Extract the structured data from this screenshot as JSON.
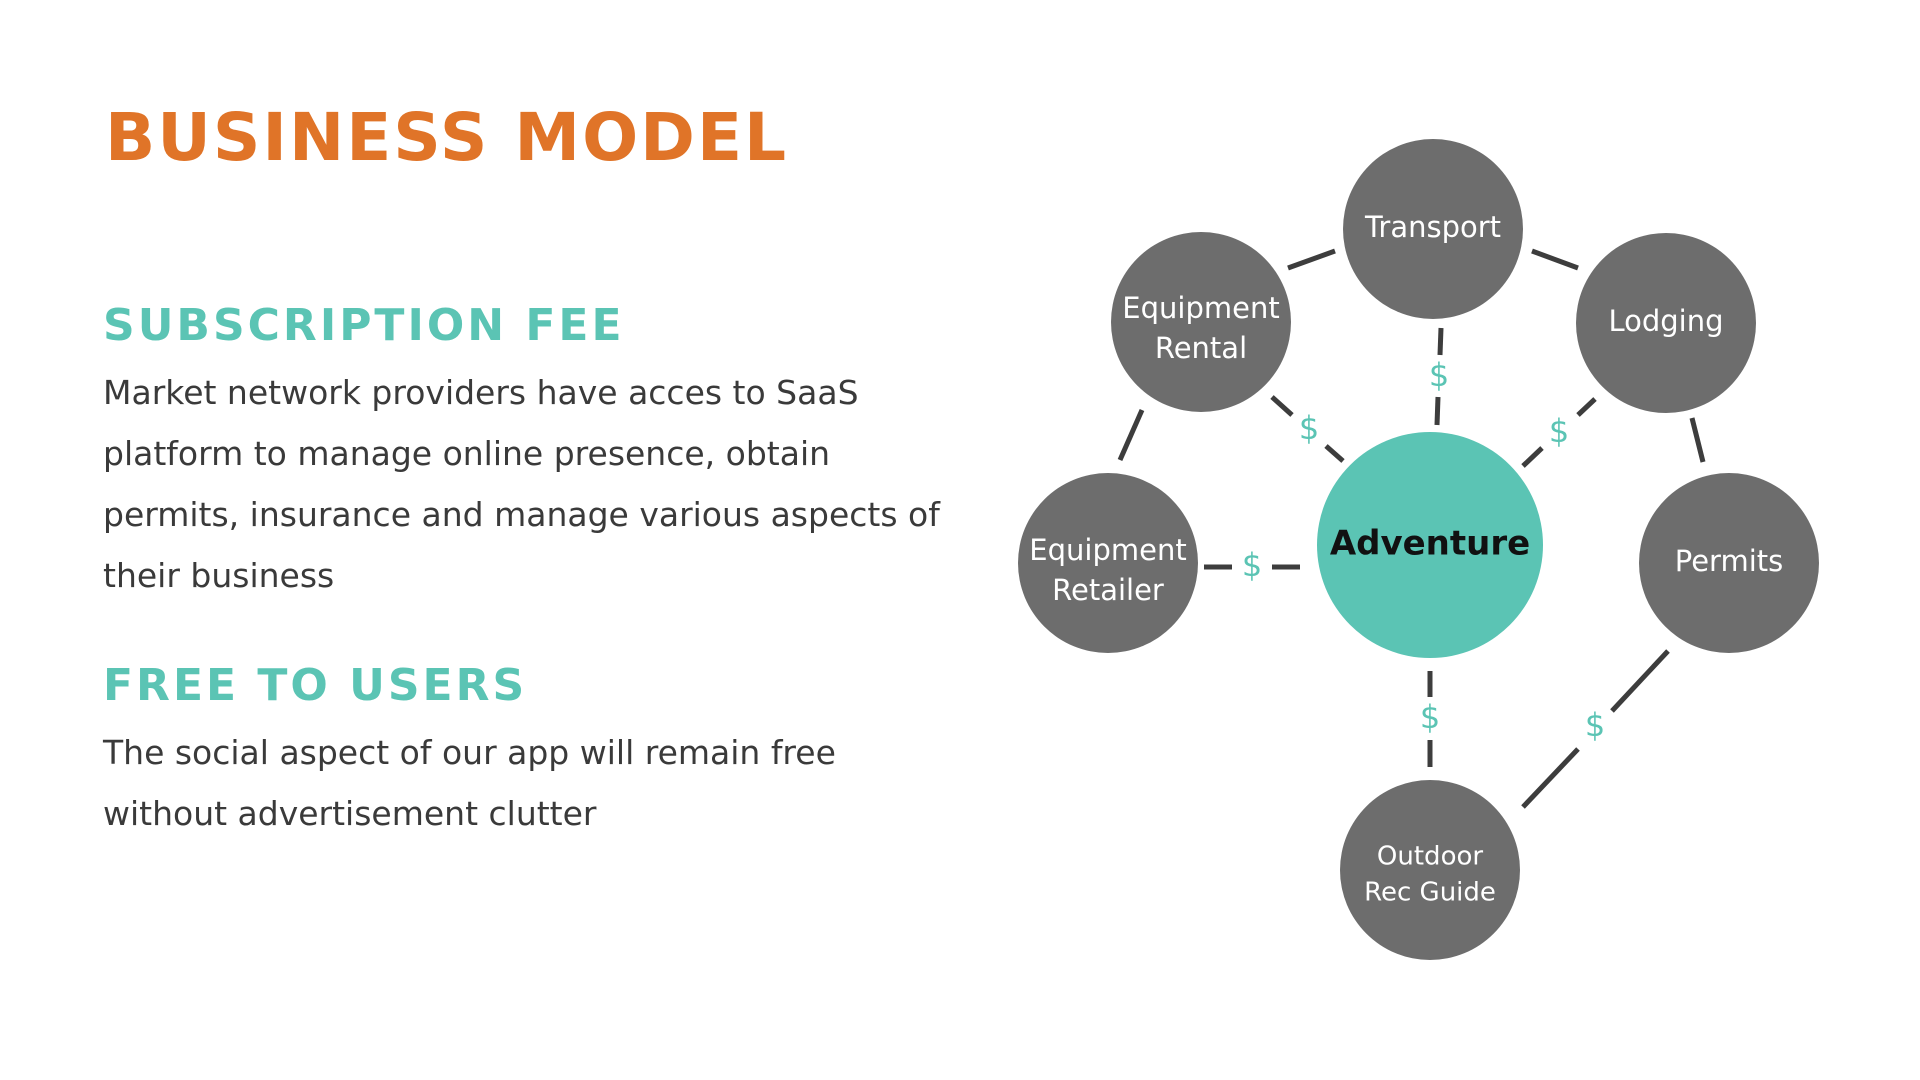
{
  "title": "BUSINESS MODEL",
  "colors": {
    "title": "#E07428",
    "heading": "#5BC4B4",
    "node": "#6D6D6D",
    "center_node": "#5BC4B4",
    "edge": "#3D3D3D",
    "dollar": "#5BC4B4"
  },
  "sections": [
    {
      "heading": "SUBSCRIPTION FEE",
      "body": "Market network providers have acces to SaaS platform to manage online presence, obtain permits, insurance and manage various aspects of their business"
    },
    {
      "heading": "FREE TO USERS",
      "body": "The social aspect of our app will remain free without advertisement clutter"
    }
  ],
  "diagram": {
    "center": "Adventure",
    "nodes": {
      "transport": [
        "Transport"
      ],
      "equipment_rental": [
        "Equipment",
        "Rental"
      ],
      "lodging": [
        "Lodging"
      ],
      "equipment_retailer": [
        "Equipment",
        "Retailer"
      ],
      "permits": [
        "Permits"
      ],
      "outdoor_rec_guide": [
        "Outdoor",
        "Rec Guide"
      ]
    },
    "dollar_symbol": "$"
  }
}
